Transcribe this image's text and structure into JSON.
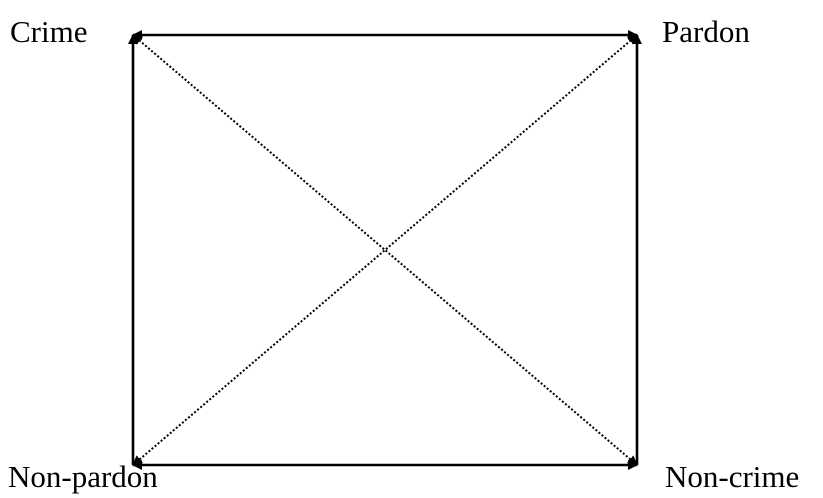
{
  "corners": {
    "top_left": "Crime",
    "top_right": "Pardon",
    "bottom_left": "Non-pardon",
    "bottom_right": "Non-crime"
  },
  "colors": {
    "line": "#000000",
    "background": "#ffffff"
  }
}
